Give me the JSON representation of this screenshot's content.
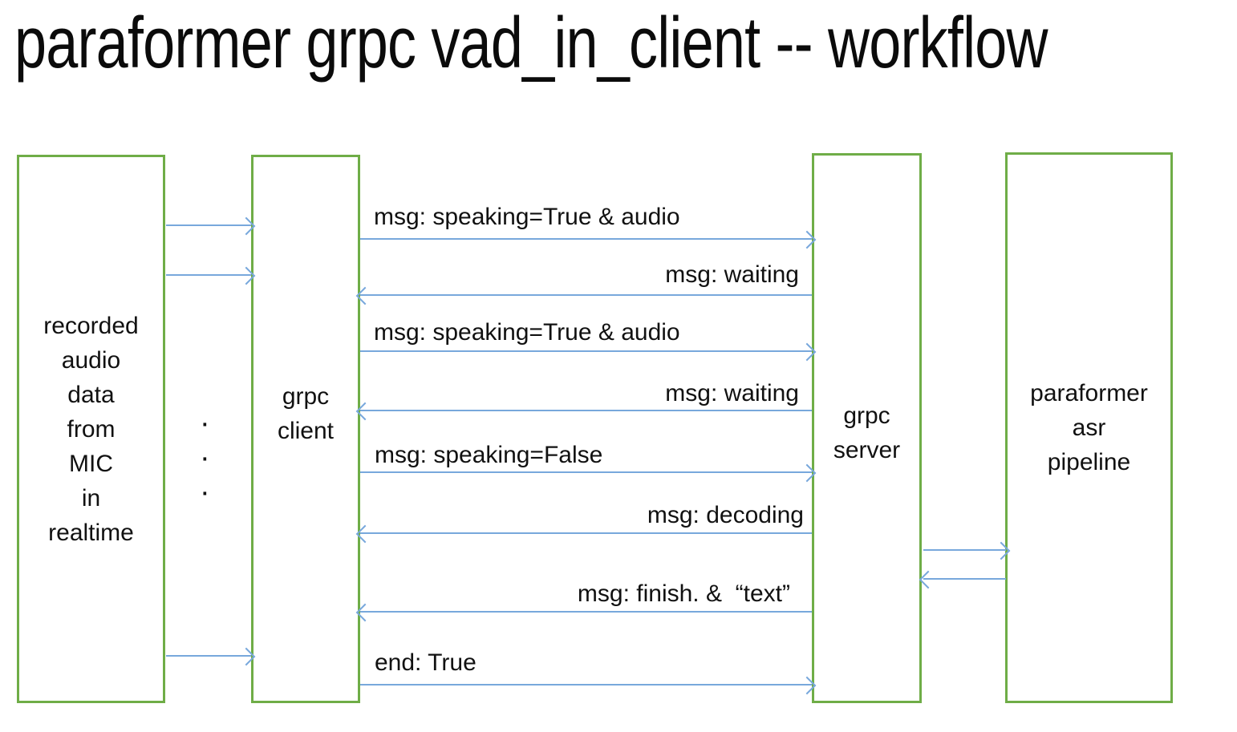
{
  "title": "paraformer grpc vad_in_client -- workflow",
  "colors": {
    "box_border": "#6fad47",
    "arrow": "#78a8dc",
    "text": "#111111"
  },
  "boxes": {
    "mic": {
      "label": "recorded\naudio\ndata\nfrom\nMIC\nin\nrealtime"
    },
    "client": {
      "label": "grpc\nclient"
    },
    "server": {
      "label": "grpc\nserver"
    },
    "pipeline": {
      "label": "paraformer\nasr\npipeline"
    }
  },
  "messages": [
    {
      "label": "msg: speaking=True & audio",
      "direction": "client-to-server"
    },
    {
      "label": "msg: waiting",
      "direction": "server-to-client"
    },
    {
      "label": "msg: speaking=True & audio",
      "direction": "client-to-server"
    },
    {
      "label": "msg: waiting",
      "direction": "server-to-client"
    },
    {
      "label": "msg: speaking=False",
      "direction": "client-to-server"
    },
    {
      "label": "msg: decoding",
      "direction": "server-to-client"
    },
    {
      "label": "msg: finish. &  “text”",
      "direction": "server-to-client"
    },
    {
      "label": "end: True",
      "direction": "client-to-server"
    }
  ],
  "ellipsis": [
    "·",
    "·",
    "·"
  ]
}
